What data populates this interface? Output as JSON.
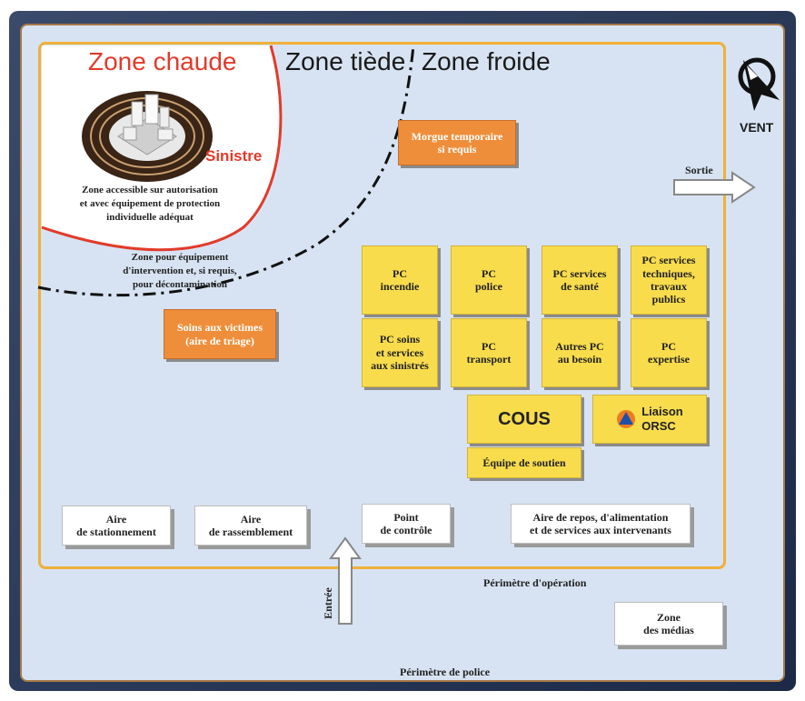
{
  "zones": {
    "hot": "Zone chaude",
    "warm": "Zone tiède",
    "cold": "Zone froide"
  },
  "sinistre": "Sinistre",
  "hot_access_note": "Zone accessible sur autorisation\net avec équipement de protection\nindividuelle adéquat",
  "warm_zone_note": "Zone pour équipement\nd'intervention et, si requis,\npour décontamination",
  "wind_label": "VENT",
  "exit_label": "Sortie",
  "entry_label": "Entrée",
  "orange_boxes": {
    "morgue": "Morgue temporaire\nsi requis",
    "triage": "Soins aux victimes\n(aire de triage)"
  },
  "pc_boxes": [
    "PC\nincendie",
    "PC\npolice",
    "PC services\nde santé",
    "PC services\ntechniques,\ntravaux\npublics",
    "PC soins\net services\naux sinistrés",
    "PC\ntransport",
    "Autres PC\nau besoin",
    "PC\nexpertise"
  ],
  "cous": "COUS",
  "liaison": "Liaison\nORSC",
  "support": "Équipe de soutien",
  "white_boxes": {
    "parking": "Aire\nde stationnement",
    "assembly": "Aire\nde rassemblement",
    "checkpoint": "Point\nde contrôle",
    "rest": "Aire de repos, d'alimentation\net de services aux intervenants",
    "media": "Zone\ndes médias"
  },
  "perimeters": {
    "operation": "Périmètre d'opération",
    "police": "Périmètre de police"
  },
  "colors": {
    "pc_yellow": "#f8dc4c",
    "orange": "#ef8e3a",
    "hot_red": "#e23a2a",
    "operation_perimeter": "#efb03a",
    "police_perimeter": "#a77848"
  }
}
